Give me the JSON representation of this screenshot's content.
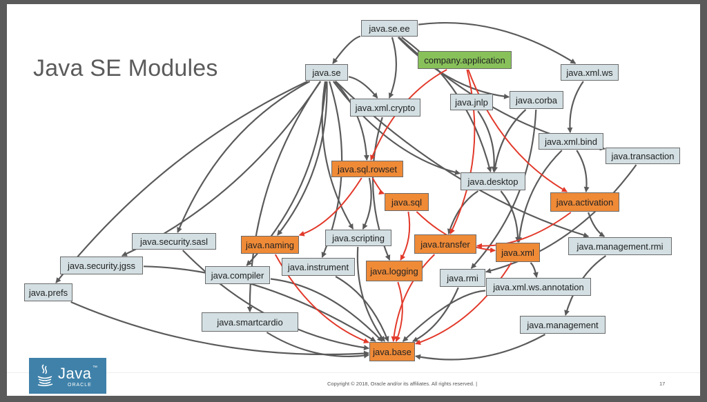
{
  "slide": {
    "title": "Java SE Modules",
    "copyright": "Copyright © 2018, Oracle and/or its affiliates. All rights reserved.  |",
    "page_number": "17",
    "logo": {
      "word": "Java",
      "tm": "™",
      "sub": "ORACLE"
    }
  },
  "legend_colors": {
    "standard_module": "#d3dfe3",
    "application_dependency": "#ef8a37",
    "application_module": "#88c15a",
    "edge_standard": "#5a5a5a",
    "edge_application": "#e2392a"
  },
  "modules": [
    {
      "id": "java_se_ee",
      "label": "java.se.ee",
      "kind": "std"
    },
    {
      "id": "company_application",
      "label": "company.application",
      "kind": "green"
    },
    {
      "id": "java_se",
      "label": "java.se",
      "kind": "std"
    },
    {
      "id": "java_xml_ws",
      "label": "java.xml.ws",
      "kind": "std"
    },
    {
      "id": "java_xml_crypto",
      "label": "java.xml.crypto",
      "kind": "std"
    },
    {
      "id": "java_jnlp",
      "label": "java.jnlp",
      "kind": "std"
    },
    {
      "id": "java_corba",
      "label": "java.corba",
      "kind": "std"
    },
    {
      "id": "java_xml_bind",
      "label": "java.xml.bind",
      "kind": "std"
    },
    {
      "id": "java_transaction",
      "label": "java.transaction",
      "kind": "std"
    },
    {
      "id": "java_sql_rowset",
      "label": "java.sql.rowset",
      "kind": "orange"
    },
    {
      "id": "java_desktop",
      "label": "java.desktop",
      "kind": "std"
    },
    {
      "id": "java_sql",
      "label": "java.sql",
      "kind": "orange"
    },
    {
      "id": "java_activation",
      "label": "java.activation",
      "kind": "orange"
    },
    {
      "id": "java_security_sasl",
      "label": "java.security.sasl",
      "kind": "std"
    },
    {
      "id": "java_naming",
      "label": "java.naming",
      "kind": "orange"
    },
    {
      "id": "java_scripting",
      "label": "java.scripting",
      "kind": "std"
    },
    {
      "id": "java_transfer",
      "label": "java.transfer",
      "kind": "orange"
    },
    {
      "id": "java_xml",
      "label": "java.xml",
      "kind": "orange"
    },
    {
      "id": "java_management_rmi",
      "label": "java.management.rmi",
      "kind": "std"
    },
    {
      "id": "java_security_jgss",
      "label": "java.security.jgss",
      "kind": "std"
    },
    {
      "id": "java_instrument",
      "label": "java.instrument",
      "kind": "std"
    },
    {
      "id": "java_compiler",
      "label": "java.compiler",
      "kind": "std"
    },
    {
      "id": "java_logging",
      "label": "java.logging",
      "kind": "orange"
    },
    {
      "id": "java_rmi",
      "label": "java.rmi",
      "kind": "std"
    },
    {
      "id": "java_xml_ws_annotation",
      "label": "java.xml.ws.annotation",
      "kind": "std"
    },
    {
      "id": "java_prefs",
      "label": "java.prefs",
      "kind": "std"
    },
    {
      "id": "java_smartcardio",
      "label": "java.smartcardio",
      "kind": "std"
    },
    {
      "id": "java_management",
      "label": "java.management",
      "kind": "std"
    },
    {
      "id": "java_base",
      "label": "java.base",
      "kind": "orange"
    }
  ],
  "edges": [
    {
      "from": "java_se_ee",
      "to": "java_se",
      "kind": "std"
    },
    {
      "from": "java_se_ee",
      "to": "java_xml_crypto",
      "kind": "std"
    },
    {
      "from": "java_se_ee",
      "to": "java_corba",
      "kind": "std"
    },
    {
      "from": "java_se_ee",
      "to": "java_xml_ws",
      "kind": "std"
    },
    {
      "from": "java_se_ee",
      "to": "java_transaction",
      "kind": "std"
    },
    {
      "from": "java_se_ee",
      "to": "java_desktop",
      "kind": "std"
    },
    {
      "from": "java_se",
      "to": "java_prefs",
      "kind": "std"
    },
    {
      "from": "java_se",
      "to": "java_security_jgss",
      "kind": "std"
    },
    {
      "from": "java_se",
      "to": "java_security_sasl",
      "kind": "std"
    },
    {
      "from": "java_se",
      "to": "java_compiler",
      "kind": "std"
    },
    {
      "from": "java_se",
      "to": "java_smartcardio",
      "kind": "std"
    },
    {
      "from": "java_se",
      "to": "java_instrument",
      "kind": "std"
    },
    {
      "from": "java_se",
      "to": "java_scripting",
      "kind": "std"
    },
    {
      "from": "java_se",
      "to": "java_sql_rowset",
      "kind": "std"
    },
    {
      "from": "java_se",
      "to": "java_desktop",
      "kind": "std"
    },
    {
      "from": "java_se",
      "to": "java_xml_crypto",
      "kind": "std"
    },
    {
      "from": "java_se",
      "to": "java_management_rmi",
      "kind": "std"
    },
    {
      "from": "java_se",
      "to": "java_naming",
      "kind": "std"
    },
    {
      "from": "java_xml_ws",
      "to": "java_xml_bind",
      "kind": "std"
    },
    {
      "from": "java_xml_bind",
      "to": "java_activation",
      "kind": "std"
    },
    {
      "from": "java_xml_bind",
      "to": "java_xml",
      "kind": "std"
    },
    {
      "from": "java_jnlp",
      "to": "java_desktop",
      "kind": "std"
    },
    {
      "from": "java_corba",
      "to": "java_desktop",
      "kind": "std"
    },
    {
      "from": "java_corba",
      "to": "java_rmi",
      "kind": "std"
    },
    {
      "from": "java_xml_crypto",
      "to": "java_logging",
      "kind": "std"
    },
    {
      "from": "java_desktop",
      "to": "java_xml",
      "kind": "std"
    },
    {
      "from": "java_desktop",
      "to": "java_transfer",
      "kind": "std"
    },
    {
      "from": "java_sql_rowset",
      "to": "java_scripting",
      "kind": "std"
    },
    {
      "from": "java_activation",
      "to": "java_management_rmi",
      "kind": "std"
    },
    {
      "from": "java_transaction",
      "to": "java_rmi",
      "kind": "std"
    },
    {
      "from": "java_management_rmi",
      "to": "java_management",
      "kind": "std"
    },
    {
      "from": "java_xml",
      "to": "java_xml_ws_annotation",
      "kind": "std"
    },
    {
      "from": "java_prefs",
      "to": "java_base",
      "kind": "std"
    },
    {
      "from": "java_security_jgss",
      "to": "java_base",
      "kind": "std"
    },
    {
      "from": "java_security_sasl",
      "to": "java_base",
      "kind": "std"
    },
    {
      "from": "java_compiler",
      "to": "java_base",
      "kind": "std"
    },
    {
      "from": "java_smartcardio",
      "to": "java_base",
      "kind": "std"
    },
    {
      "from": "java_instrument",
      "to": "java_base",
      "kind": "std"
    },
    {
      "from": "java_scripting",
      "to": "java_base",
      "kind": "std"
    },
    {
      "from": "java_rmi",
      "to": "java_base",
      "kind": "std"
    },
    {
      "from": "java_xml_ws_annotation",
      "to": "java_base",
      "kind": "std"
    },
    {
      "from": "java_management",
      "to": "java_base",
      "kind": "std"
    },
    {
      "from": "company_application",
      "to": "java_sql_rowset",
      "kind": "red"
    },
    {
      "from": "company_application",
      "to": "java_transfer",
      "kind": "red"
    },
    {
      "from": "company_application",
      "to": "java_activation",
      "kind": "red"
    },
    {
      "from": "java_sql_rowset",
      "to": "java_naming",
      "kind": "red"
    },
    {
      "from": "java_sql_rowset",
      "to": "java_sql",
      "kind": "red"
    },
    {
      "from": "java_sql",
      "to": "java_logging",
      "kind": "red"
    },
    {
      "from": "java_sql",
      "to": "java_xml",
      "kind": "red"
    },
    {
      "from": "java_activation",
      "to": "java_transfer",
      "kind": "red"
    },
    {
      "from": "java_naming",
      "to": "java_base",
      "kind": "red"
    },
    {
      "from": "java_logging",
      "to": "java_base",
      "kind": "red"
    },
    {
      "from": "java_transfer",
      "to": "java_base",
      "kind": "red"
    },
    {
      "from": "java_xml",
      "to": "java_base",
      "kind": "red"
    }
  ]
}
